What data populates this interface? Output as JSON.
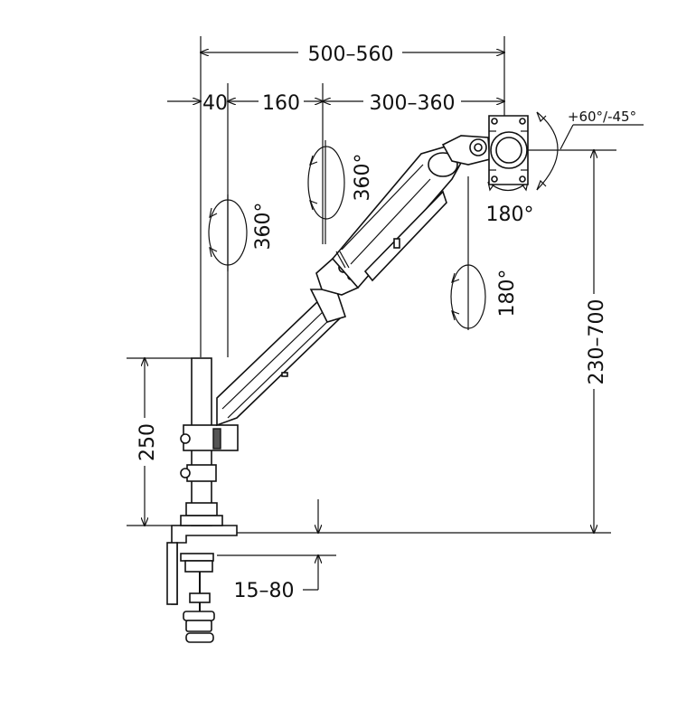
{
  "dimensions": {
    "total_reach": "500–560",
    "segment_offset": "40",
    "segment_lower": "160",
    "segment_upper": "300–360",
    "pole_height": "250",
    "vesa_height_range": "230–700",
    "clamp_thickness": "15–80"
  },
  "rotations": {
    "pole_swivel": "360°",
    "elbow_swivel": "360°",
    "head_swivel": "180°",
    "head_rotate": "180°",
    "tilt": "+60°/-45°"
  },
  "colors": {
    "line": "#111111",
    "background": "#ffffff"
  }
}
